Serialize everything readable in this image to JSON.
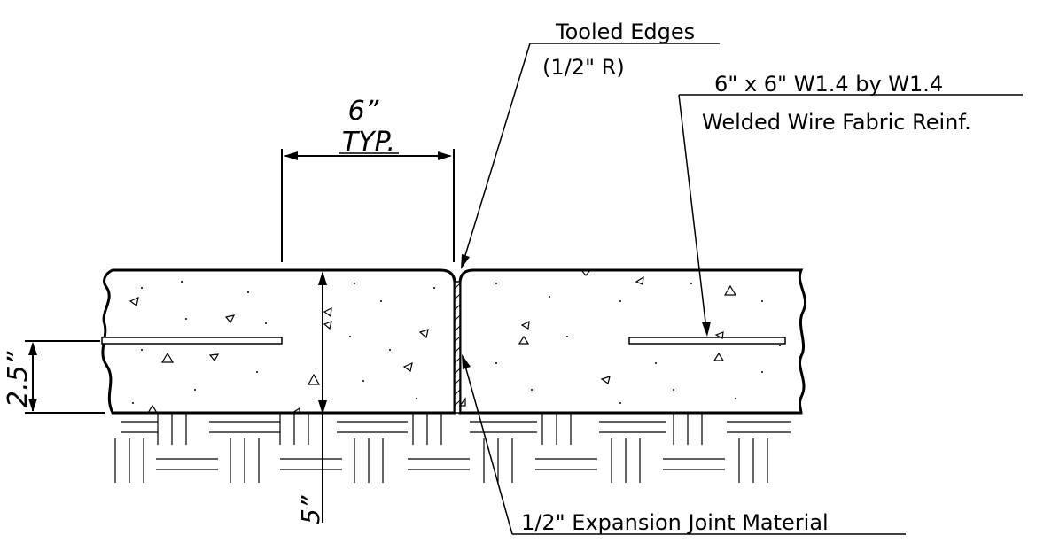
{
  "labels": {
    "tooled_edges": "Tooled Edges",
    "tooled_edges_radius": "(1/2\" R)",
    "wwf_line1": "6\" x 6\" W1.4 by W1.4",
    "wwf_line2": "Welded Wire Fabric Reinf.",
    "expansion_joint": "1/2\" Expansion Joint Material"
  },
  "dimensions": {
    "edge_width_value": "6”",
    "edge_width_note": "TYP.",
    "reinf_depth": "2.5”",
    "slab_thickness": "5”"
  }
}
